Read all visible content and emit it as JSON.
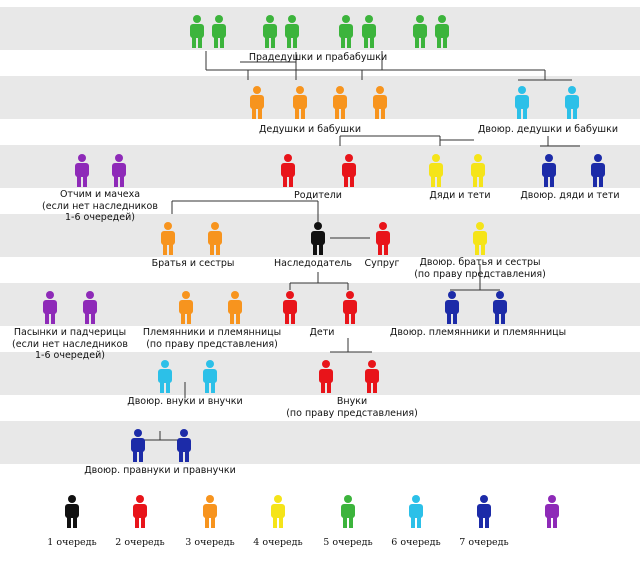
{
  "colors": {
    "band": "#e8e8e8",
    "line": "#333333",
    "q1": "#111111",
    "q2": "#e8141a",
    "q3": "#f7941e",
    "q4": "#f5e419",
    "q5": "#3cb43c",
    "q6": "#2cc0e8",
    "q7": "#1c2ba8",
    "q8": "#8e2ab8"
  },
  "labels": {
    "great_grandparents": "Прадедушки и прабабушки",
    "grandparents": "Дедушки и бабушки",
    "cousin_grandparents": "Двоюр. дедушки и бабушки",
    "stepparents": [
      "Отчим и мачеха",
      "(если нет наследников",
      "1-6 очередей)"
    ],
    "parents": "Родители",
    "uncles_aunts": "Дяди и тети",
    "cousin_uncles_aunts": "Двоюр. дяди и тети",
    "siblings": "Братья и сестры",
    "testator": "Наследодатель",
    "spouse": "Супруг",
    "cousins": [
      "Двоюр. братья и сестры",
      "(по праву представления)"
    ],
    "stepchildren": [
      "Пасынки и падчерицы",
      "(если нет наследников",
      "1-6 очередей)"
    ],
    "nephews": [
      "Племянники и племянницы",
      "(по праву представления)"
    ],
    "children": "Дети",
    "cousin_nephews": "Двоюр. племянники и племянницы",
    "cousin_grandchildren": "Двоюр. внуки и внучки",
    "grandchildren": [
      "Внуки",
      "(по праву представления)"
    ],
    "cousin_great_grandchildren": "Двоюр. правнуки и правнучки"
  },
  "legend": [
    {
      "label": "1 очередь",
      "color": "#111111"
    },
    {
      "label": "2 очередь",
      "color": "#e8141a"
    },
    {
      "label": "3 очередь",
      "color": "#f7941e"
    },
    {
      "label": "4 очередь",
      "color": "#f5e419"
    },
    {
      "label": "5 очередь",
      "color": "#3cb43c"
    },
    {
      "label": "6 очередь",
      "color": "#2cc0e8"
    },
    {
      "label": "7 очередь",
      "color": "#1c2ba8"
    },
    {
      "label": "",
      "color": "#8e2ab8"
    }
  ]
}
